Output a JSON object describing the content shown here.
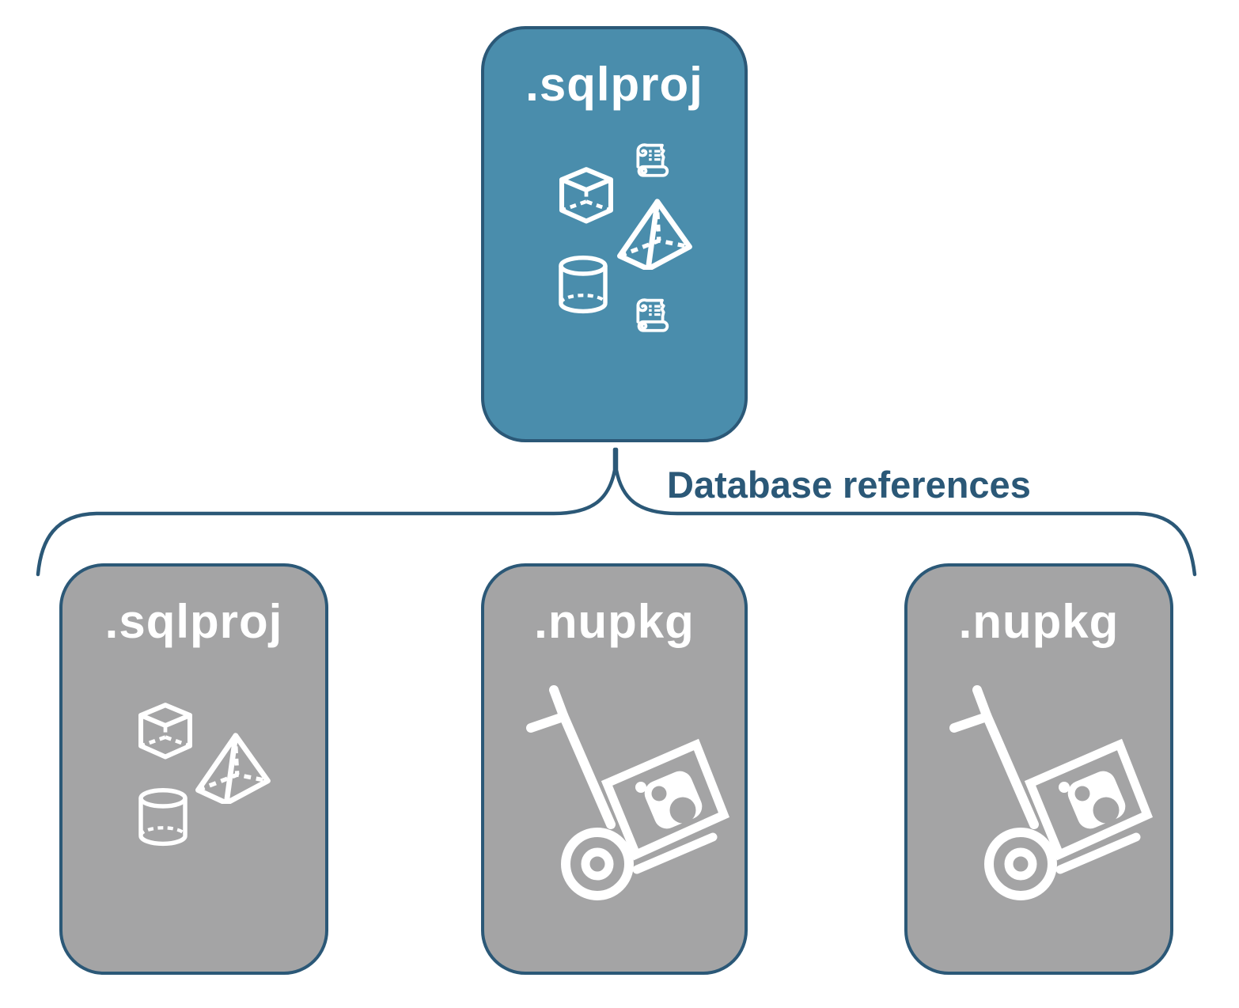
{
  "diagram": {
    "root_box": {
      "label": ".sqlproj",
      "fill_color": "#4a8dac",
      "icons": [
        "cube-icon",
        "script-scroll-icon",
        "pyramid-icon",
        "database-cylinder-icon",
        "script-scroll-icon"
      ]
    },
    "connector": {
      "label": "Database references",
      "line_color": "#2b5877",
      "shape": "upside-down-curly-brace"
    },
    "child_boxes": [
      {
        "label": ".sqlproj",
        "fill_color": "#a4a4a5",
        "icons": [
          "cube-icon",
          "pyramid-icon",
          "database-cylinder-icon"
        ]
      },
      {
        "label": ".nupkg",
        "fill_color": "#a4a4a5",
        "icons": [
          "package-dolly-icon"
        ]
      },
      {
        "label": ".nupkg",
        "fill_color": "#a4a4a5",
        "icons": [
          "package-dolly-icon"
        ]
      }
    ],
    "colors": {
      "border": "#2b5877",
      "icon_stroke": "#ffffff",
      "title_text": "#ffffff",
      "background": "#ffffff"
    }
  }
}
